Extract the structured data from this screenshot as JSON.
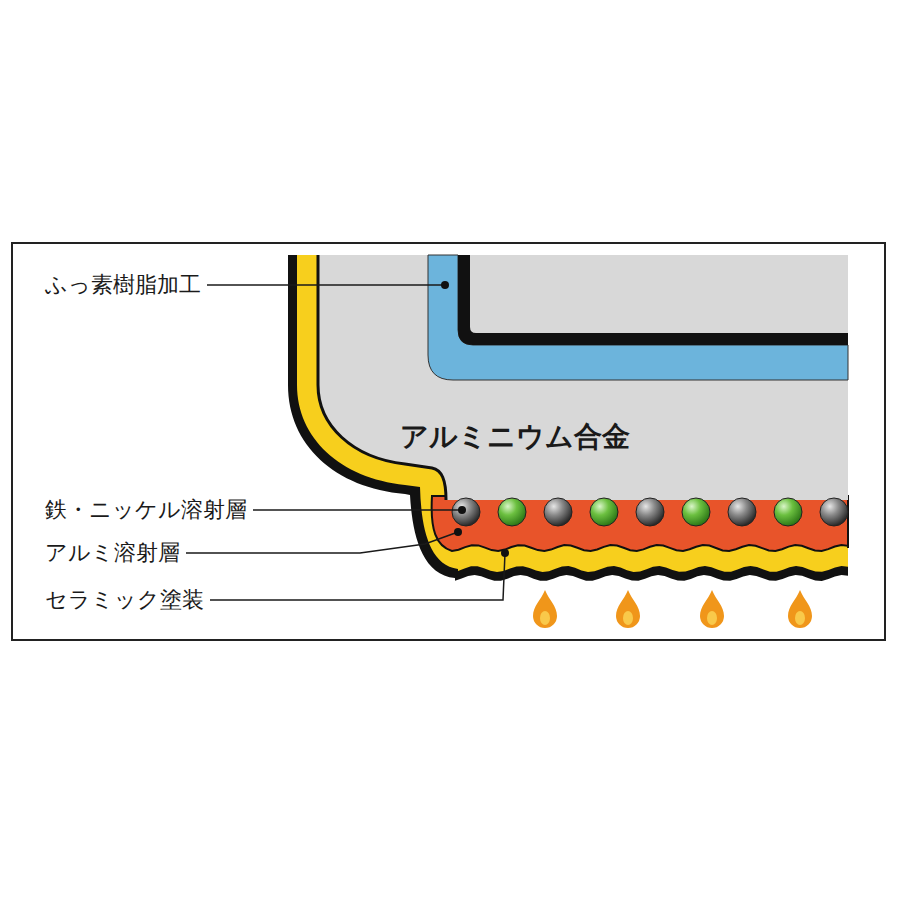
{
  "diagram": {
    "labels": [
      "ふっ素樹脂加工",
      "アルミニウム合金",
      "鉄・ニッケル溶射層",
      "アルミ溶射層",
      "セラミック塗装"
    ]
  }
}
